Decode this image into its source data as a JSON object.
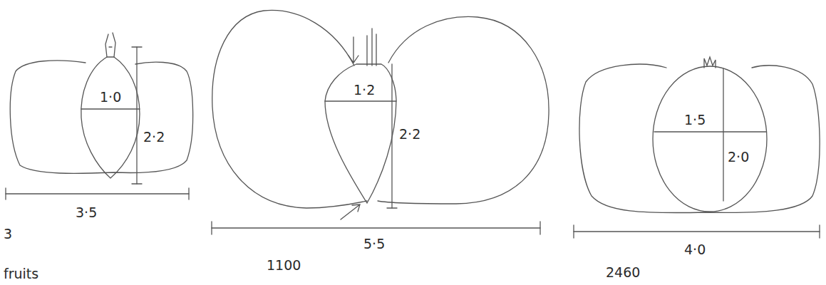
{
  "diagram": {
    "labels": [
      "1·0",
      "2·2",
      "3·5",
      "1·2",
      "2·2",
      "5·5",
      "1100",
      "1·5",
      "2·0",
      "4·0",
      "2460",
      "3",
      "fruits"
    ]
  }
}
